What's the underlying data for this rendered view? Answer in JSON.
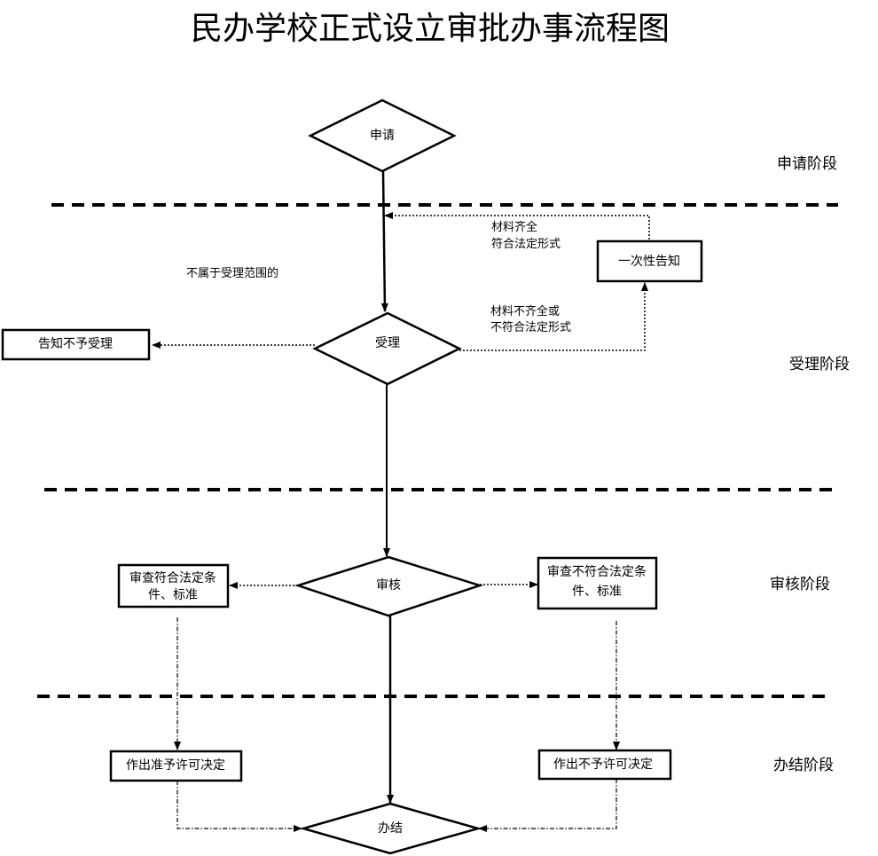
{
  "title": "民办学校正式设立审批办事流程图",
  "stages": {
    "apply": "申请阶段",
    "accept": "受理阶段",
    "review": "审核阶段",
    "finish": "办结阶段"
  },
  "nodes": {
    "apply": "申请",
    "accept": "受理",
    "review": "审核",
    "finish": "办结",
    "notify_once": "一次性告知",
    "notify_reject": "告知不予受理",
    "review_pass": [
      "审查符合法定条",
      "件、标准"
    ],
    "review_fail": [
      "审查不符合法定条",
      "件、标准"
    ],
    "grant": "作出准予许可决定",
    "deny": "作出不予许可决定"
  },
  "edge_labels": {
    "complete": [
      "材料齐全",
      "符合法定形式"
    ],
    "incomplete": [
      "材料不齐全或",
      "不符合法定形式"
    ],
    "out_of_scope": "不属于受理范围的"
  }
}
